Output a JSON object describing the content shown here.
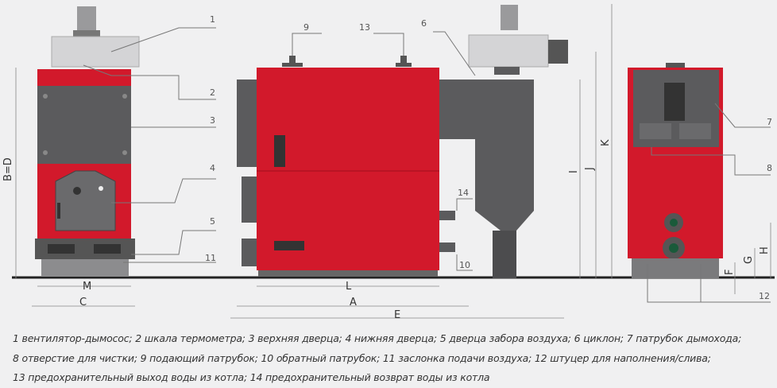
{
  "colors": {
    "body_red": "#d2192b",
    "dark_grey": "#5b5b5d",
    "light_grey": "#cfcfd1",
    "background": "#f0f0f1"
  },
  "callouts": [
    "1",
    "2",
    "3",
    "4",
    "5",
    "6",
    "7",
    "8",
    "9",
    "10",
    "11",
    "12",
    "13",
    "14"
  ],
  "dimensions": {
    "bd": "B=D",
    "m": "M",
    "c": "C",
    "l": "L",
    "a": "A",
    "e": "E",
    "i": "I",
    "j": "J",
    "k": "K",
    "h": "H",
    "g": "G",
    "f": "F"
  },
  "caption": [
    "1 вентилятор-дымосос; 2 шкала термометра; 3 верхняя дверца; 4 нижняя дверца; 5 дверца забора воздуха; 6 циклон; 7 патрубок дымохода;",
    "8 отверстие для чистки; 9 подающий патрубок; 10 обратный патрубок; 11 заслонка подачи воздуха; 12 штуцер для наполнения/слива;",
    "13 предохранительный выход воды из котла; 14 предохранительный возврат воды из котла"
  ]
}
